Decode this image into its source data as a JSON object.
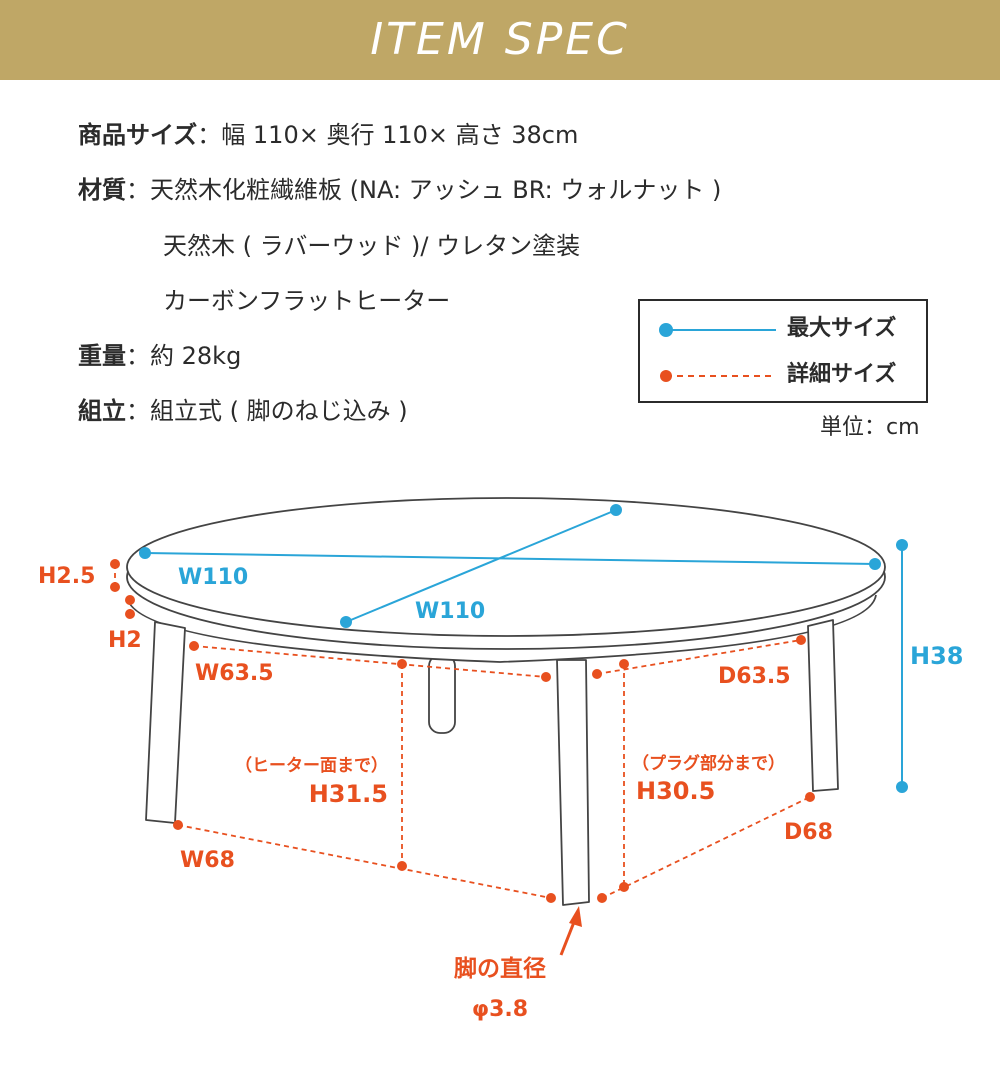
{
  "banner": {
    "title": "ITEM SPEC"
  },
  "specs": {
    "size_label": "商品サイズ",
    "size_value": "：幅 110× 奥行 110× 高さ 38cm",
    "material_label": "材質",
    "material_value": "：天然木化粧繊維板 (NA: アッシュ BR: ウォルナット )",
    "material_line2": "天然木 ( ラバーウッド )/ ウレタン塗装",
    "material_line3": "カーボンフラットヒーター",
    "weight_label": "重量",
    "weight_value": "：約 28kg",
    "assembly_label": "組立",
    "assembly_value": "：組立式 ( 脚のねじ込み )"
  },
  "legend": {
    "max_size": "最大サイズ",
    "detail_size": "詳細サイズ",
    "unit": "単位：cm"
  },
  "colors": {
    "banner": "#bfa766",
    "max_size_line": "#2aa5d8",
    "detail_size_line": "#e8501f"
  },
  "dimensions": {
    "top_width": "W110",
    "top_depth": "W110",
    "height_total": "H38",
    "top_thickness": "H2.5",
    "frame_thickness": "H2",
    "heater_width": "W63.5",
    "heater_depth": "D63.5",
    "heater_height_note": "（ヒーター面まで）",
    "heater_height": "H31.5",
    "plug_height_note": "（プラグ部分まで）",
    "plug_height": "H30.5",
    "leg_width": "W68",
    "leg_depth": "D68",
    "leg_diameter_label": "脚の直径",
    "leg_diameter": "φ3.8"
  }
}
